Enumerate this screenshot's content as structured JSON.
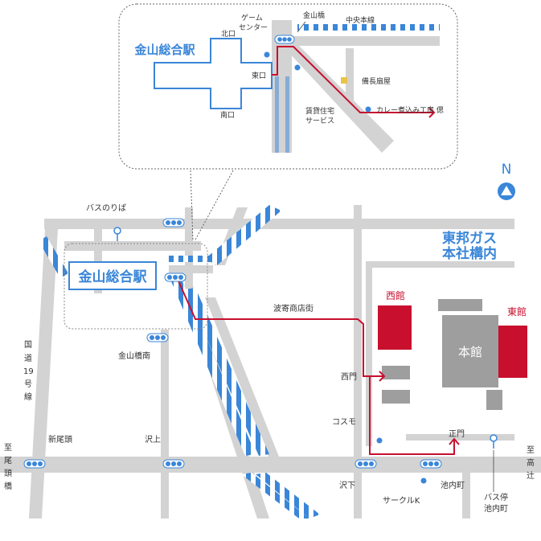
{
  "compass": {
    "letter": "N"
  },
  "colors": {
    "road": "#d3d3d3",
    "rail_blue": "#3a86d8",
    "route": "#c8102e",
    "building_red": "#c8102e",
    "building_gray": "#9e9e9e",
    "station_blue": "#3a86d8"
  },
  "inset": {
    "station_name": "金山総合駅",
    "north_exit": "北口",
    "east_exit": "東口",
    "south_exit": "南口",
    "game_center_line1": "ゲーム",
    "game_center_line2": "センター",
    "kanayama_bridge": "金山橋",
    "chuo_line": "中央本線",
    "binchou_ougiya": "備長扇屋",
    "rental_line1": "賃貸住宅",
    "rental_line2": "サービス",
    "curry": "カレー煮込み工房 偲"
  },
  "main": {
    "bus_stop": "バスのりば",
    "station_name": "金山総合駅",
    "company_line1": "東邦ガス",
    "company_line2": "本社構内",
    "hanamichi": "波寄商店街",
    "west_building": "西館",
    "east_building": "東館",
    "main_building": "本館",
    "kanayamabashi_minami": "金山橋南",
    "route19": [
      "国",
      "道",
      "19",
      "号",
      "線"
    ],
    "west_gate": "西門",
    "cosmo": "コスモ",
    "main_gate": "正門",
    "shin_otou": "新尾頭",
    "sawakami": "沢上",
    "sawashita": "沢下",
    "ikeuchicho": "池内町",
    "to_otoubashi": [
      "至",
      "尾",
      "頭",
      "橋"
    ],
    "to_takatsuji": [
      "至",
      "高",
      "辻"
    ],
    "circle_k": "サークルK",
    "bus_stop_ikeuchi_line1": "バス停",
    "bus_stop_ikeuchi_line2": "池内町"
  }
}
